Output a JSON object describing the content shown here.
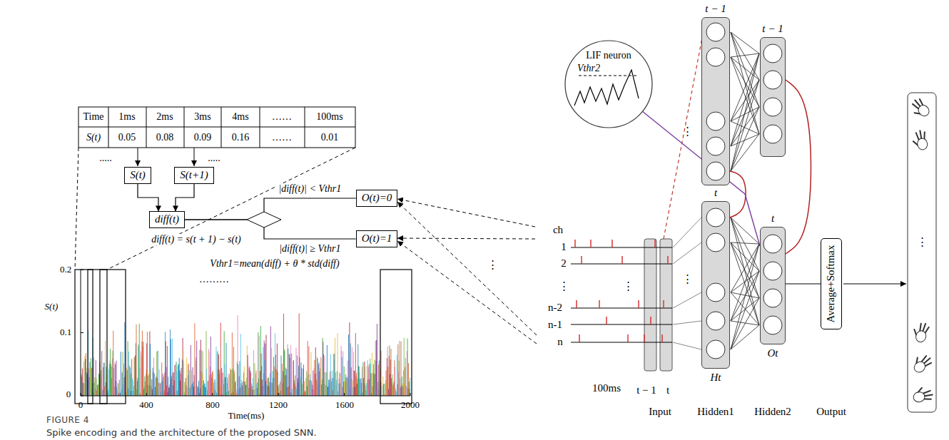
{
  "diagram": {
    "caption": "Spike encoding and the architecture of the proposed SNN.",
    "nodes": [
      {
        "text": [
          "S(t)"
        ]
      },
      {
        "text": [
          "S(t+1)"
        ]
      },
      {
        "text": [
          "diff(t)"
        ]
      },
      {
        "text": [
          "O(t)=0"
        ]
      },
      {
        "text": [
          "O(t)=1"
        ]
      },
      {
        "text": [
          "LIF neuron",
          "Vthr2"
        ]
      },
      {
        "text": [
          "t − 1"
        ]
      },
      {
        "text": [
          "t − 1"
        ]
      },
      {
        "text": [
          "t",
          "Ht"
        ]
      },
      {
        "text": [
          "t",
          "Ot"
        ]
      },
      {
        "text": [
          "Average+Softmax"
        ]
      }
    ],
    "edges": [
      {
        "from": 0,
        "to": 2,
        "arrow": "to"
      },
      {
        "from": 1,
        "to": 2,
        "arrow": "to"
      },
      {
        "from": 2,
        "to": 3,
        "label": "|diff(t)| < Vthr1",
        "arrow": "none"
      },
      {
        "from": 2,
        "to": 4,
        "label": "|diff(t)| ≥ Vthr1",
        "arrow": "none"
      },
      {
        "from": 6,
        "to": 8,
        "arrow": "none"
      },
      {
        "from": 7,
        "to": 9,
        "arrow": "none"
      },
      {
        "from": 5,
        "to": 9,
        "arrow": "none"
      },
      {
        "from": 9,
        "to": 10,
        "arrow": "none"
      }
    ],
    "labels": [
      "Time",
      "1ms",
      "2ms",
      "3ms",
      "4ms",
      "……",
      "100ms",
      "S(t)",
      "0.05",
      "0.08",
      "0.09",
      "0.16",
      "……",
      "0.01",
      ".....",
      ".....",
      "diff(t) = s(t + 1) − s(t)",
      "Vthr1=mean(diff) + θ * std(diff)",
      "0.2",
      "0.1",
      "0",
      "S(t)",
      "0",
      "400",
      "800",
      "1200",
      "1600",
      "2000",
      "Time(ms)",
      "………",
      "⋮",
      "ch",
      "1",
      "2",
      "⋮",
      "n-2",
      "n-1",
      "n",
      "⋮",
      "100ms",
      "t − 1",
      "t",
      "Input",
      "Hidden1",
      "Hidden2",
      "Output",
      "⋮",
      "⋮",
      "⋮",
      "⋮",
      "⋮",
      "FIGURE 4"
    ]
  }
}
